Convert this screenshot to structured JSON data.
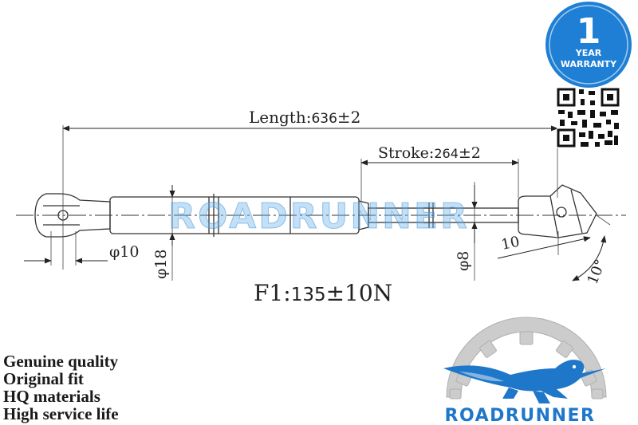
{
  "dims": {
    "length_label": "Length:",
    "length_value": "636",
    "length_tol": "±2",
    "stroke_label": "Stroke:",
    "stroke_value": "264",
    "stroke_tol": "±2",
    "eye_diameter": "φ10",
    "body_diameter": "φ18",
    "rod_diameter": "φ8",
    "end_length": "10",
    "end_angle": "10°"
  },
  "force": {
    "label": "F1:",
    "value": "135",
    "tol": "±10N"
  },
  "warranty": {
    "number": "1",
    "line1": "YEAR",
    "line2": "WARRANTY",
    "color": "#1f7fd4"
  },
  "watermark": "ROADRUNNER",
  "features": [
    "Genuine quality",
    "Original fit",
    "HQ materials",
    "High service life"
  ],
  "brand": {
    "name": "ROADRUNNER",
    "color": "#1f77c9"
  }
}
